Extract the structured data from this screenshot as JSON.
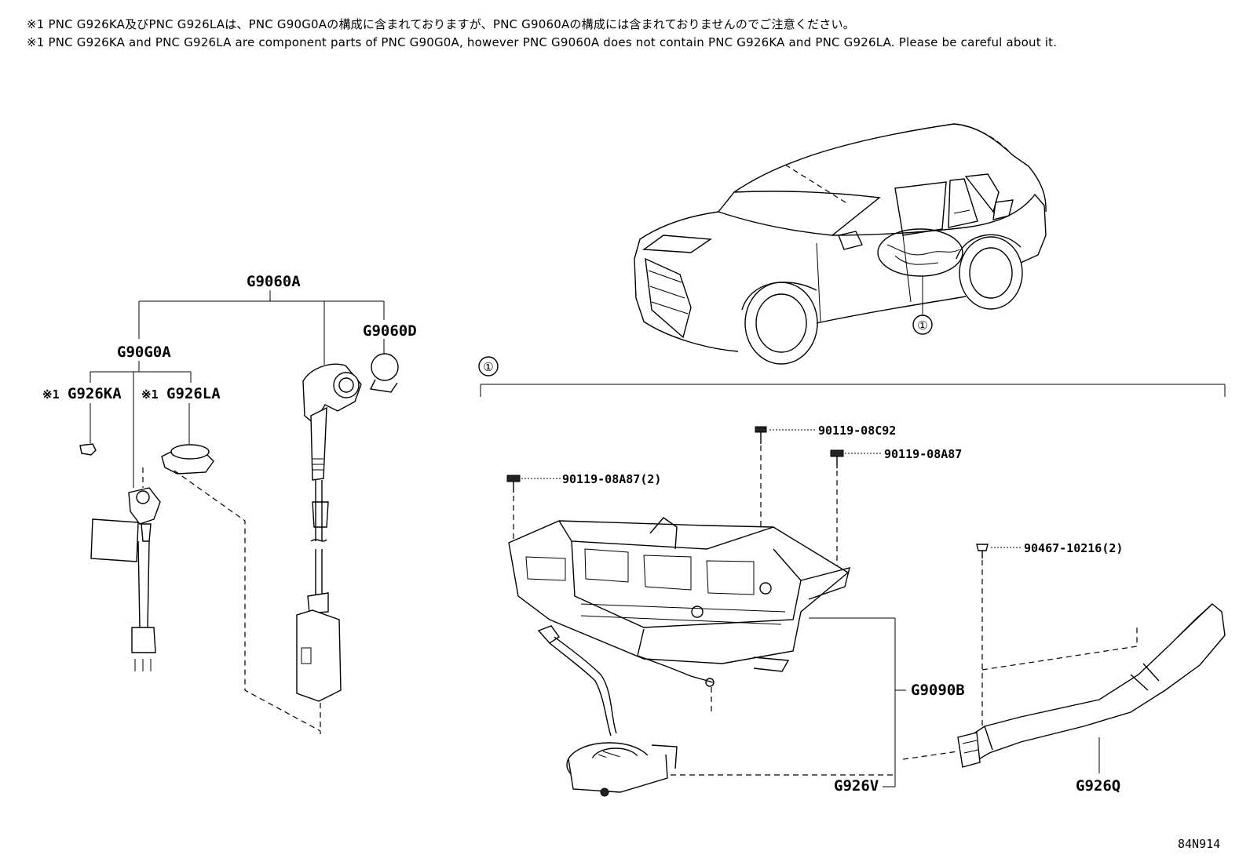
{
  "notes": {
    "ja": "※1 PNC G926KA及びPNC G926LAは、PNC G90G0Aの構成に含まれておりますが、PNC G9060Aの構成には含まれておりませんのでご注意ください。",
    "en": "※1 PNC G926KA and PNC G926LA are component parts of PNC G90G0A, however PNC G9060A does not contain PNC G926KA and PNC G926LA. Please be careful about it."
  },
  "labels": {
    "g9060a": "G9060A",
    "g90g0a": "G90G0A",
    "g9060d": "G9060D",
    "g926ka": "G926KA",
    "g926la": "G926LA",
    "note_mark": "※1",
    "g9090b": "G9090B",
    "g926v": "G926V",
    "g926q": "G926Q",
    "bolt_1": "90119-08C92",
    "bolt_2": "90119-08A87",
    "bolt_3": "90119-08A87(2)",
    "clip": "90467-10216(2)",
    "ref_mark": "①",
    "illustration_id": "84N914"
  }
}
